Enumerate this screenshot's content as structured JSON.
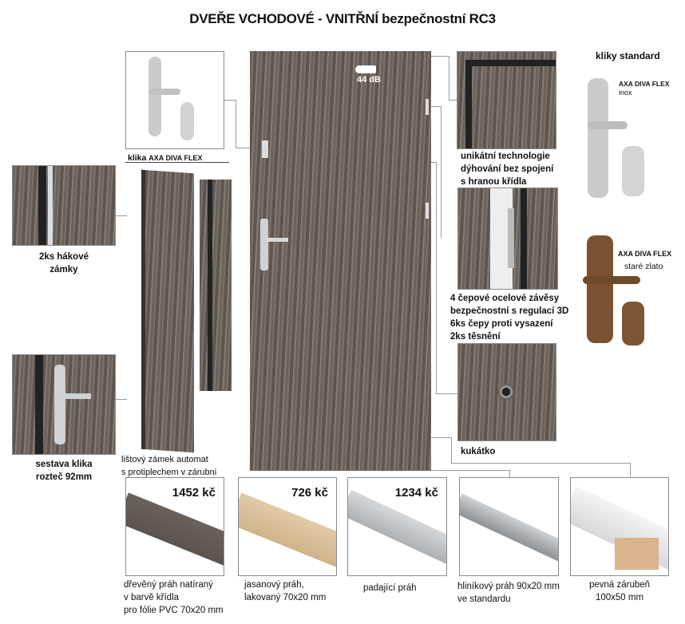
{
  "title": "DVEŘE VCHODOVÉ - VNITŘNÍ  bezpečnostní RC3",
  "door": {
    "sound": "44 dB"
  },
  "left": {
    "handle_label_prefix": "klika",
    "handle_label_brand": "AXA DIVA FLEX",
    "hook_lock": [
      "2ks hákové",
      "zámky"
    ],
    "handle_set": [
      "sestava klika",
      "rozteč 92mm"
    ],
    "strip_lock": [
      "lištový zámek automat",
      "s protiplechem v zárubni"
    ]
  },
  "right": {
    "veneer": [
      "unikátní technologie",
      "dýhování bez spojení",
      "s hranou křídla"
    ],
    "hinges": [
      "4 čepové ocelové závěsy",
      "bezpečnostní s regulací 3D",
      "6ks čepy proti vysazení",
      "2ks těsnění"
    ],
    "peephole": "kukátko"
  },
  "handles": {
    "heading": "kliky standard",
    "items": [
      {
        "brand": "AXA DIVA FLEX",
        "finish": "inox",
        "color": "#c9cbcc"
      },
      {
        "brand": "AXA DIVA FLEX",
        "finish": "staré zlato",
        "color": "#7a5232"
      }
    ]
  },
  "thresholds": [
    {
      "price": "1452 kč",
      "lines": [
        "dřevěný práh natíraný",
        "v barvě křídla",
        "pro fólie PVC 70x20 mm"
      ],
      "color": "#6a625c"
    },
    {
      "price": "726 kč",
      "lines": [
        "jasanový práh,",
        "lakovaný 70x20 mm"
      ],
      "color": "#dcc29c"
    },
    {
      "price": "1234 kč",
      "lines": [
        "padající práh"
      ],
      "color": "#c4c6c8"
    },
    {
      "price": "",
      "lines": [
        "hliníkový práh 90x20 mm",
        "ve standardu"
      ],
      "color": "#b9bcbf"
    },
    {
      "price": "",
      "lines": [
        "pevná zárubeň",
        "100x50 mm"
      ],
      "color": "#e6e6e6"
    }
  ]
}
